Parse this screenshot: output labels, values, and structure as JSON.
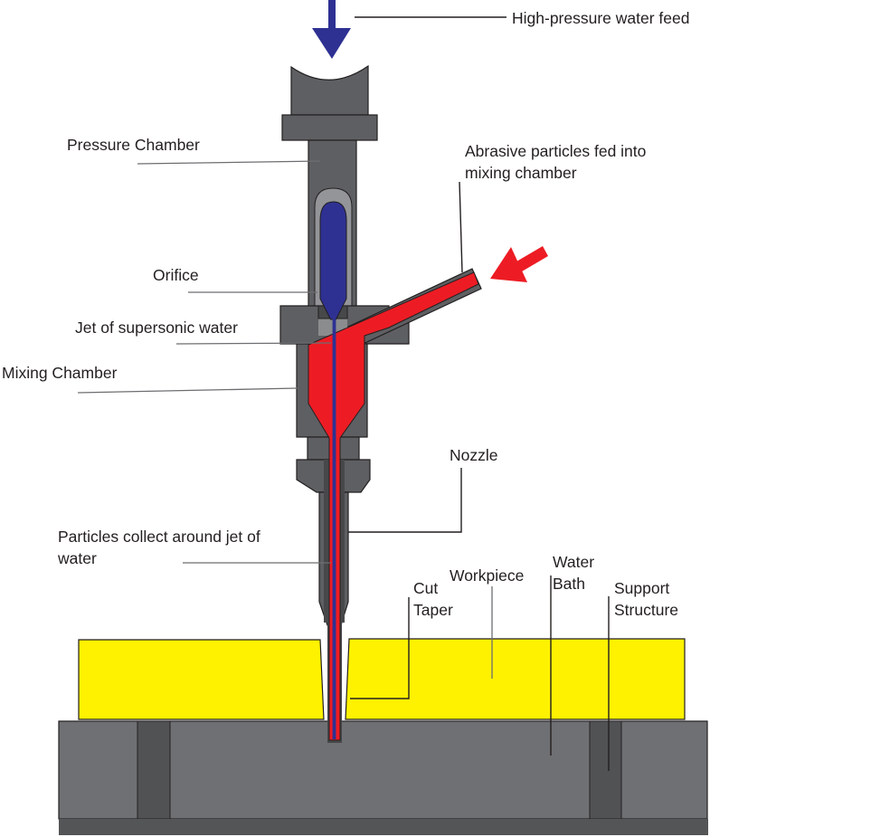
{
  "diagram": {
    "subject": "abrasive-waterjet-cutting-head-cross-section"
  },
  "labels": {
    "high_pressure_water_feed": "High-pressure water feed",
    "pressure_chamber": "Pressure Chamber",
    "abrasive_particles": "Abrasive particles fed into mixing chamber",
    "orifice": "Orifice",
    "jet_of_supersonic_water": "Jet of supersonic water",
    "mixing_chamber": "Mixing Chamber",
    "nozzle": "Nozzle",
    "particles_collect": "Particles collect around jet of water",
    "cut_taper": "Cut Taper",
    "workpiece": "Workpiece",
    "water_bath": "Water Bath",
    "support_structure": "Support Structure"
  },
  "colors": {
    "water_blue": "#2e3192",
    "abrasive_red": "#ed1c24",
    "workpiece_yellow": "#fff200",
    "machine_gray": "#5e5f62",
    "machine_gray_dark": "#47484a",
    "chamber_gray": "#939598",
    "recess_gray": "#8a8c8e",
    "bath_gray": "#6f7073",
    "support_gray": "#515254",
    "base_gray": "#545557",
    "outline": "#231f20"
  }
}
